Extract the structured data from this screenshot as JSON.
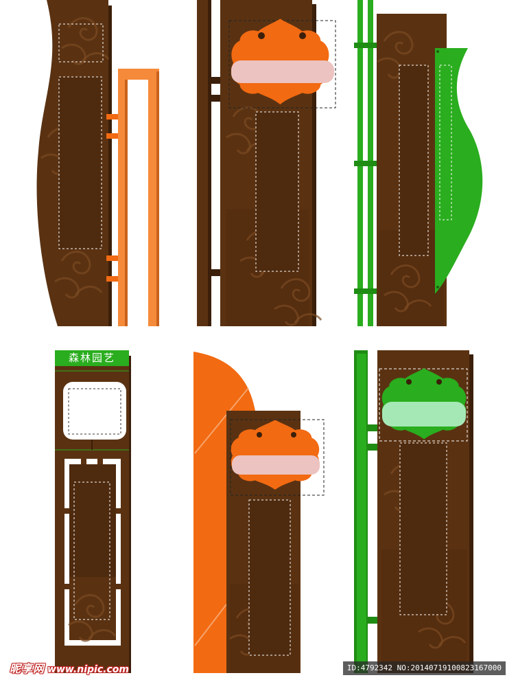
{
  "colors": {
    "background": "#ffffff",
    "wood_brown": "#5a3212",
    "dark_brown": "#3b1f0a",
    "orange": "#f26a12",
    "light_orange": "#f58a3a",
    "green": "#2aad1e",
    "dark_green": "#1f8c14",
    "pale_pink": "#ecc3c0",
    "pale_green": "#a5e8b5"
  },
  "signs": [
    {
      "name": "sign-1",
      "style": "brown-curved-panel-with-orange-frame"
    },
    {
      "name": "sign-2",
      "style": "brown-panel-with-orange-badge"
    },
    {
      "name": "sign-3",
      "style": "brown-panel-with-green-leaf"
    },
    {
      "name": "sign-4",
      "style": "brown-panel-with-green-header",
      "title": "森林园艺"
    },
    {
      "name": "sign-5",
      "style": "orange-sail-with-orange-badge"
    },
    {
      "name": "sign-6",
      "style": "brown-panel-with-green-badge"
    }
  ],
  "watermark": {
    "site_name": "昵享网",
    "site_url": "www.nipic.com",
    "id_text": "ID:4792342 NO:20140719100823167000"
  }
}
